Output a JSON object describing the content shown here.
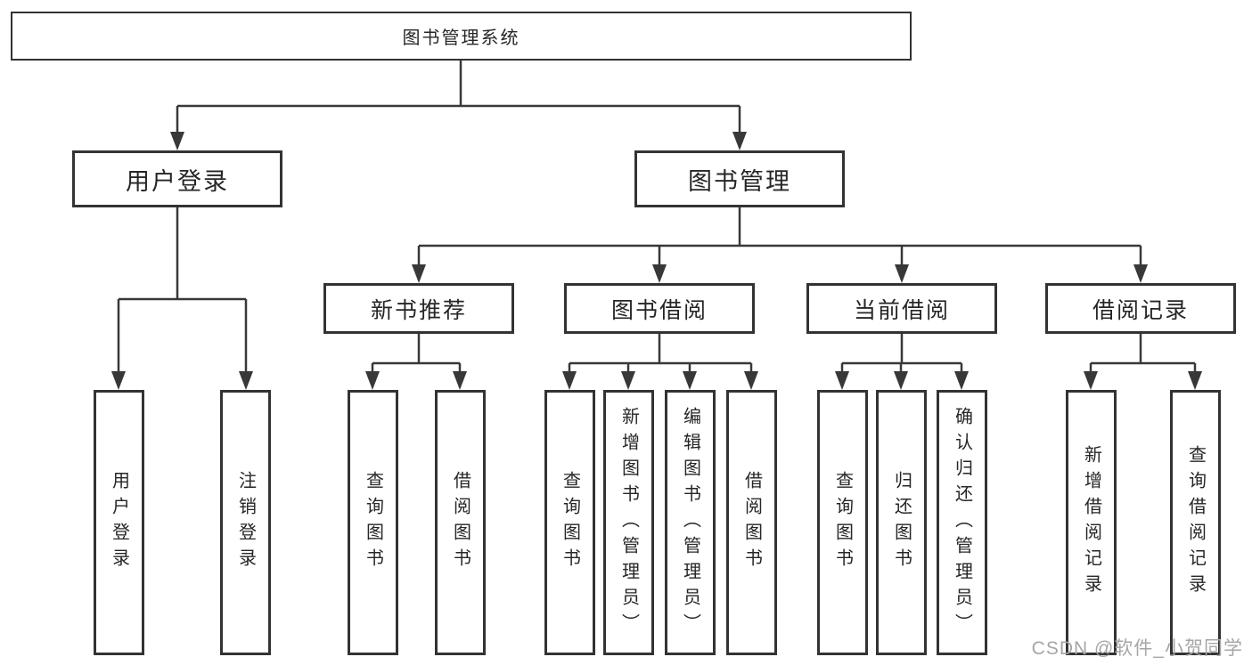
{
  "diagram": {
    "root": {
      "label": "图书管理系统"
    },
    "branches": [
      {
        "label": "用户登录",
        "children": [
          "用户登录",
          "注销登录"
        ]
      },
      {
        "label": "图书管理",
        "groups": [
          {
            "label": "新书推荐",
            "children": [
              "查询图书",
              "借阅图书"
            ]
          },
          {
            "label": "图书借阅",
            "children": [
              "查询图书",
              "新增图书（管理员）",
              "编辑图书（管理员）",
              "借阅图书"
            ]
          },
          {
            "label": "当前借阅",
            "children": [
              "查询图书",
              "归还图书",
              "确认归还（管理员）"
            ]
          },
          {
            "label": "借阅记录",
            "children": [
              "新增借阅记录",
              "查询借阅记录"
            ]
          }
        ]
      }
    ]
  },
  "watermark": {
    "text": "CSDN @软件_小贺同学"
  },
  "colors": {
    "line": "#383838",
    "box_border": "#333333",
    "text": "#262626",
    "watermark": "#a6a6a6",
    "background": "#ffffff"
  }
}
